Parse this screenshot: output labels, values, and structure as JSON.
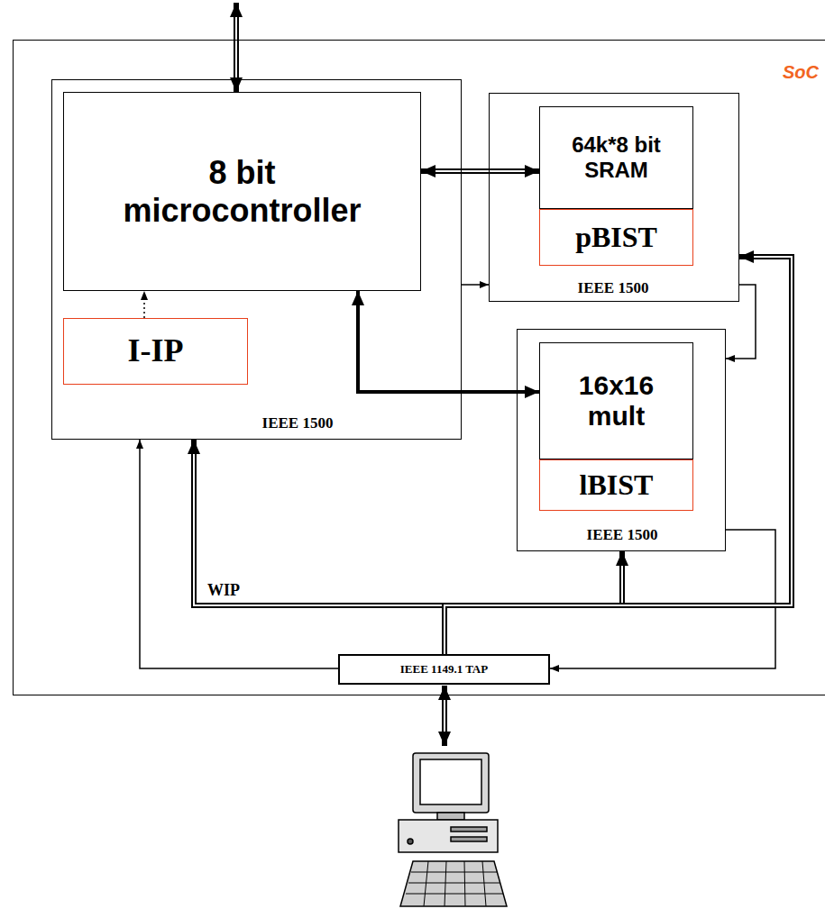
{
  "diagram": {
    "nodes": [
      {
        "text": [
          "SoC"
        ]
      },
      {
        "text": [
          "IEEE 1500"
        ],
        "in": 0
      },
      {
        "text": [
          "8 bit microcontroller"
        ],
        "in": 1
      },
      {
        "text": [
          "I-IP"
        ],
        "in": 1
      },
      {
        "text": [
          "IEEE 1500"
        ],
        "in": 0
      },
      {
        "text": [
          "64k*8 bit SRAM"
        ],
        "in": 4
      },
      {
        "text": [
          "pBIST"
        ],
        "in": 4
      },
      {
        "text": [
          "IEEE 1500"
        ],
        "in": 0
      },
      {
        "text": [
          "16x16 mult"
        ],
        "in": 7
      },
      {
        "text": [
          "lBIST"
        ],
        "in": 7
      },
      {
        "text": [
          "IEEE 1149.1 TAP"
        ],
        "in": 0
      }
    ],
    "edges": [
      {
        "from": 2,
        "to": 5,
        "arrow": "both"
      },
      {
        "from": 3,
        "to": 2,
        "arrow": "to"
      },
      {
        "from": 1,
        "to": 4,
        "arrow": "to"
      },
      {
        "from": 2,
        "to": 8,
        "arrow": "both"
      },
      {
        "from": 4,
        "to": 7,
        "arrow": "to"
      },
      {
        "from": 7,
        "to": 10,
        "arrow": "to"
      },
      {
        "from": 10,
        "to": 1,
        "arrow": "to"
      },
      {
        "from": 10,
        "to": 1,
        "arrow": "to"
      },
      {
        "from": 10,
        "to": 7,
        "arrow": "to"
      },
      {
        "from": 10,
        "to": 4,
        "arrow": "to"
      }
    ],
    "labels": [
      "WIP"
    ]
  }
}
